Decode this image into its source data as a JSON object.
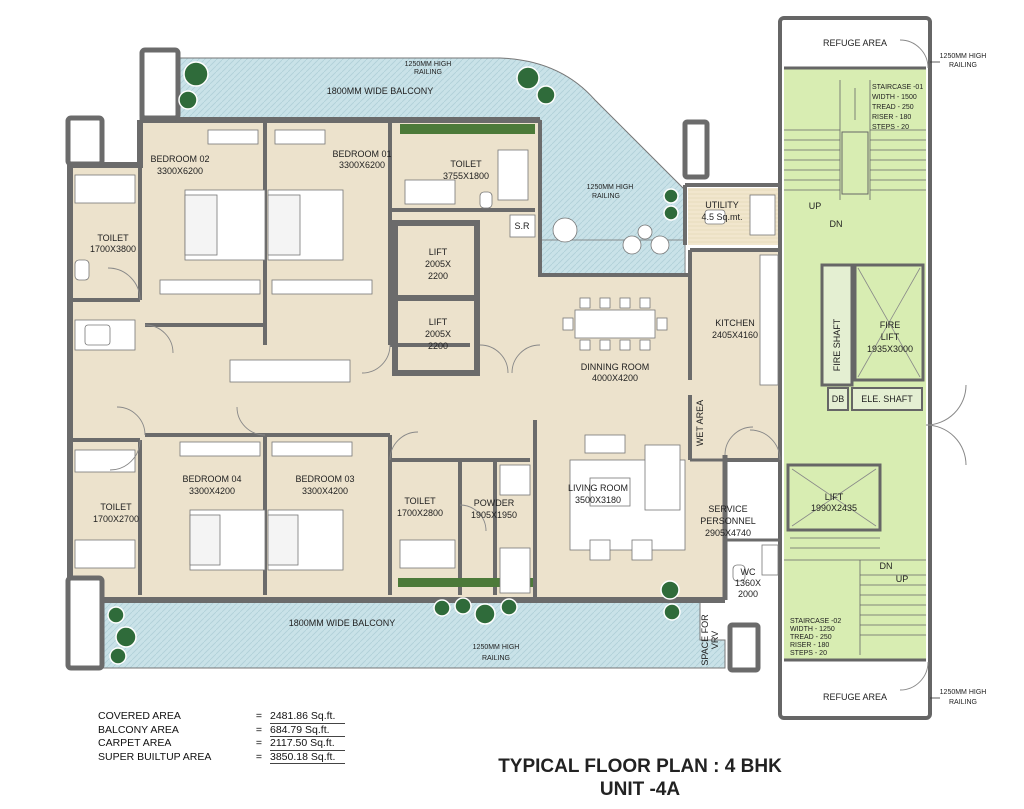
{
  "rooms": {
    "refuge_top": "REFUGE AREA",
    "refuge_bottom": "REFUGE AREA",
    "railing_top_right": [
      "1250MM HIGH",
      "RAILING"
    ],
    "railing_bottom_right": [
      "1250MM HIGH",
      "RAILING"
    ],
    "railing_top": [
      "1250MM HIGH",
      "RAILING"
    ],
    "railing_balcony_mid": [
      "1250MM HIGH",
      "RAILING"
    ],
    "railing_bottom": [
      "1250MM HIGH",
      "RAILING"
    ],
    "balcony_top": "1800MM WIDE BALCONY",
    "balcony_bottom": "1800MM WIDE BALCONY",
    "bedroom_02": [
      "BEDROOM 02",
      "3300X6200"
    ],
    "bedroom_01": [
      "BEDROOM 01",
      "3300X6200"
    ],
    "toilet_top": [
      "TOILET",
      "3755X1800"
    ],
    "toilet_left": [
      "TOILET",
      "1700X3800"
    ],
    "sr": "S.R",
    "lift_1": [
      "LIFT",
      "2005X",
      "2200"
    ],
    "lift_2": [
      "LIFT",
      "2005X",
      "2200"
    ],
    "utility": [
      "UTILITY",
      "4.5 Sq.mt."
    ],
    "kitchen": [
      "KITCHEN",
      "2405X4160"
    ],
    "dinning": [
      "DINNING ROOM",
      "4000X4200"
    ],
    "wet_area": "WET AREA",
    "bedroom_04": [
      "BEDROOM 04",
      "3300X4200"
    ],
    "bedroom_03": [
      "BEDROOM 03",
      "3300X4200"
    ],
    "toilet_b4": [
      "TOILET",
      "1700X2700"
    ],
    "toilet_b3": [
      "TOILET",
      "1700X2800"
    ],
    "powder": [
      "POWDER",
      "1905X1950"
    ],
    "living": [
      "LIVING ROOM",
      "3500X3180"
    ],
    "service": [
      "SERVICE",
      "PERSONNEL",
      "2905X4740"
    ],
    "wc": [
      "WC",
      "1360X",
      "2000"
    ],
    "vrv": [
      "SPACE FOR",
      "VRV"
    ],
    "staircase_01": [
      "STAIRCASE -01",
      "WIDTH - 1500",
      "TREAD - 250",
      "RISER - 180",
      "STEPS - 20"
    ],
    "staircase_02": [
      "STAIRCASE -02",
      "WIDTH - 1250",
      "TREAD - 250",
      "RISER - 180",
      "STEPS - 20"
    ],
    "up_1": "UP",
    "dn_1": "DN",
    "up_2": "UP",
    "dn_2": "DN",
    "fire_shaft": "FIRE SHAFT",
    "fire_lift": [
      "FIRE",
      "LIFT",
      "1935X3000"
    ],
    "db": "DB",
    "ele_shaft": "ELE. SHAFT",
    "lift_3": [
      "LIFT",
      "1990X2435"
    ]
  },
  "areas": [
    {
      "label": "COVERED AREA",
      "eq": "=",
      "value": "2481.86 Sq.ft."
    },
    {
      "label": "BALCONY AREA",
      "eq": "=",
      "value": "684.79 Sq.ft."
    },
    {
      "label": "CARPET AREA",
      "eq": "=",
      "value": "2117.50 Sq.ft."
    },
    {
      "label": "SUPER BUILTUP AREA",
      "eq": "=",
      "value": "3850.18 Sq.ft."
    }
  ],
  "title": {
    "line1": "TYPICAL FLOOR PLAN : 4 BHK",
    "line2": "UNIT -4A"
  },
  "colors": {
    "floor": "#ece2cc",
    "balcony": "#c9e2e8",
    "stair": "#d8edb2",
    "wall": "#6b6b6b",
    "planter": "#4c7a39",
    "tree": "#2f6b3a"
  }
}
